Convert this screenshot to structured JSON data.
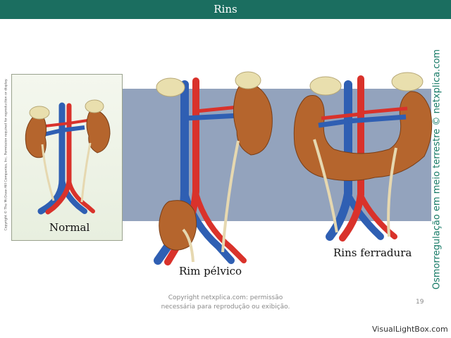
{
  "header": {
    "title": "Rins"
  },
  "figures": {
    "normal": {
      "label": "Normal"
    },
    "pelvic": {
      "label": "Rim pélvico"
    },
    "horseshoe": {
      "label": "Rins ferradura"
    }
  },
  "side_text": {
    "copyright_vertical": "Copyright © The McGraw-Hill Companies, Inc. Permission required for reproduction or display.",
    "source_vertical": "Osmorregulação em meio terrestre © netxplica.com"
  },
  "footer": {
    "line1": "Copyright netxplica.com: permissão",
    "line2": "necessária para reprodução ou exibição.",
    "page_number": "19"
  },
  "watermark": "VisualLightBox.com",
  "colors": {
    "header": "#1b6e60",
    "band": "#93a3bd",
    "kidney": "#b5652d",
    "artery": "#d9322b",
    "vein": "#2f5fb3",
    "adrenal": "#e9dfae",
    "ureter": "#e6d8b0"
  }
}
